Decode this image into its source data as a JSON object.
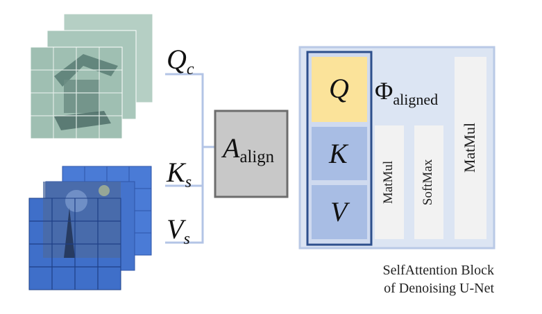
{
  "inputs": {
    "query_label": "Q",
    "query_sub": "c",
    "key_label": "K",
    "key_sub": "s",
    "value_label": "V",
    "value_sub": "s"
  },
  "align_box": {
    "label": "A",
    "sub": "align"
  },
  "attention_block": {
    "q": "Q",
    "k": "K",
    "v": "V",
    "phi": "Φ",
    "phi_sub": "aligned",
    "ops": [
      "MatMul",
      "SoftMax",
      "MatMul"
    ],
    "caption_line1": "SelfAttention Block",
    "caption_line2": "of Denoising U-Net"
  },
  "colors": {
    "content_stack": "#a9c7bb",
    "style_stack": "#3f6fc9",
    "block_bg": "#dce5f3",
    "block_border": "#b9c9e6",
    "qkv_border": "#2d4f8c",
    "q_fill": "#fbe39a",
    "kv_fill": "#a8bde4",
    "op_fill": "#f2f2f2",
    "align_fill": "#c8c8c8",
    "align_border": "#6d6d6d",
    "connector": "#b3c4e6"
  }
}
